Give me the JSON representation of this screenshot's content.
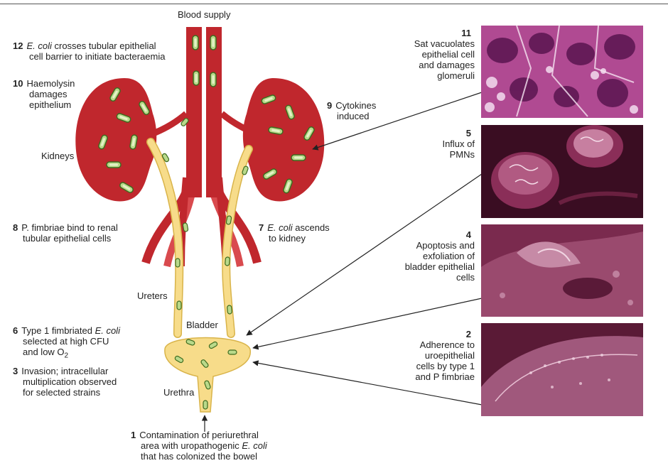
{
  "header": {
    "blood_supply": "Blood supply"
  },
  "anatomy": {
    "kidneys": "Kidneys",
    "ureters": "Ureters",
    "bladder": "Bladder",
    "urethra": "Urethra"
  },
  "steps": {
    "s12": {
      "num": "12",
      "pre": "",
      "em": "E. coli",
      "post": " crosses tubular epithelial",
      "line2": "cell barrier to initiate bacteraemia"
    },
    "s10": {
      "num": "10",
      "line1": "Haemolysin",
      "line2": "damages",
      "line3": "epithelium"
    },
    "s9": {
      "num": "9",
      "line1": "Cytokines",
      "line2": "induced"
    },
    "s8": {
      "num": "8",
      "line1": "P. fimbriae bind to renal",
      "line2": "tubular epithelial cells"
    },
    "s7": {
      "num": "7",
      "em": "E. coli",
      "post": " ascends",
      "line2": "to kidney"
    },
    "s6": {
      "num": "6",
      "pre": "Type 1 fimbriated ",
      "em": "E. coli",
      "line2": "selected at high CFU",
      "line3a": "and low O",
      "line3sub": "2"
    },
    "s3": {
      "num": "3",
      "line1": "Invasion; intracellular",
      "line2": "multiplication observed",
      "line3": "for selected strains"
    },
    "s1": {
      "num": "1",
      "line1": "Contamination of periurethral",
      "line2a": "area with uropathogenic ",
      "line2em": "E. coli",
      "line3": "that has colonized the bowel"
    },
    "s11": {
      "num": "11",
      "line1": "Sat vacuolates",
      "line2": "epithelial cell",
      "line3": "and damages",
      "line4": "glomeruli"
    },
    "s5": {
      "num": "5",
      "line1": "Influx of",
      "line2": "PMNs"
    },
    "s4": {
      "num": "4",
      "line1": "Apoptosis and",
      "line2": "exfoliation of",
      "line3": "bladder epithelial",
      "line4": "cells"
    },
    "s2": {
      "num": "2",
      "line1": "Adherence to",
      "line2": "uroepithelial",
      "line3": "cells by type 1",
      "line4": "and P fimbriae"
    }
  },
  "colors": {
    "kidney": "#c0272d",
    "vessel": "#c0272d",
    "vessel_light": "#d94a4e",
    "ureter": "#f7dc8a",
    "ureter_edge": "#d9b44a",
    "bacterium": "#b9d98a",
    "bacterium_edge": "#3d6b1f",
    "micrograph_purple": "#7a2a5e",
    "micrograph_sem": "#6e1f3f"
  }
}
